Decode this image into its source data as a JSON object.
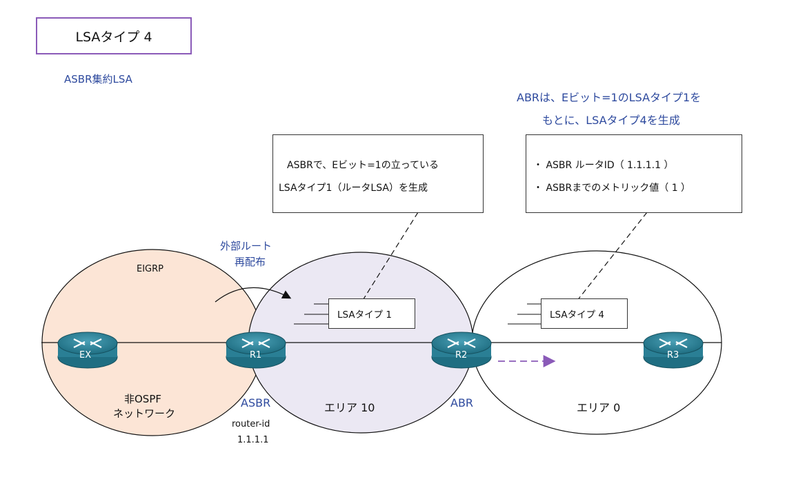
{
  "title": "LSAタイプ 4",
  "subtitle": "ASBR集約LSA",
  "abr_caption": [
    "ABRは、Eビット=1のLSAタイプ1を",
    "もとに、LSAタイプ4を生成"
  ],
  "note_asbr": [
    "ASBRで、Eビット=1の立っている",
    "LSAタイプ1（ルータLSA）を生成"
  ],
  "note_abr": [
    "・ ASBR ルータID（ 1.1.1.1 ）",
    "・ ASBRまでのメトリック値（ 1 ）"
  ],
  "redistribution": [
    "外部ルート",
    "再配布"
  ],
  "areas": {
    "eigrp": "EIGRP",
    "non_ospf": [
      "非OSPF",
      "ネットワーク"
    ],
    "area10": "エリア 10",
    "area0": "エリア 0"
  },
  "routers": {
    "ex": "EX",
    "r1": "R1",
    "r2": "R2",
    "r3": "R3"
  },
  "roles": {
    "asbr": "ASBR",
    "abr": "ABR",
    "router_id": [
      "router-id",
      "1.1.1.1"
    ]
  },
  "lsa_labels": {
    "type1": "LSAタイプ 1",
    "type4": "LSAタイプ 4"
  },
  "colors": {
    "eigrp_fill": "#fce5d6",
    "area10_fill": "#ebe8f3",
    "accent": "#2e4a9e",
    "title_border": "#8a5ab8",
    "arrow": "#8a5ab8"
  }
}
